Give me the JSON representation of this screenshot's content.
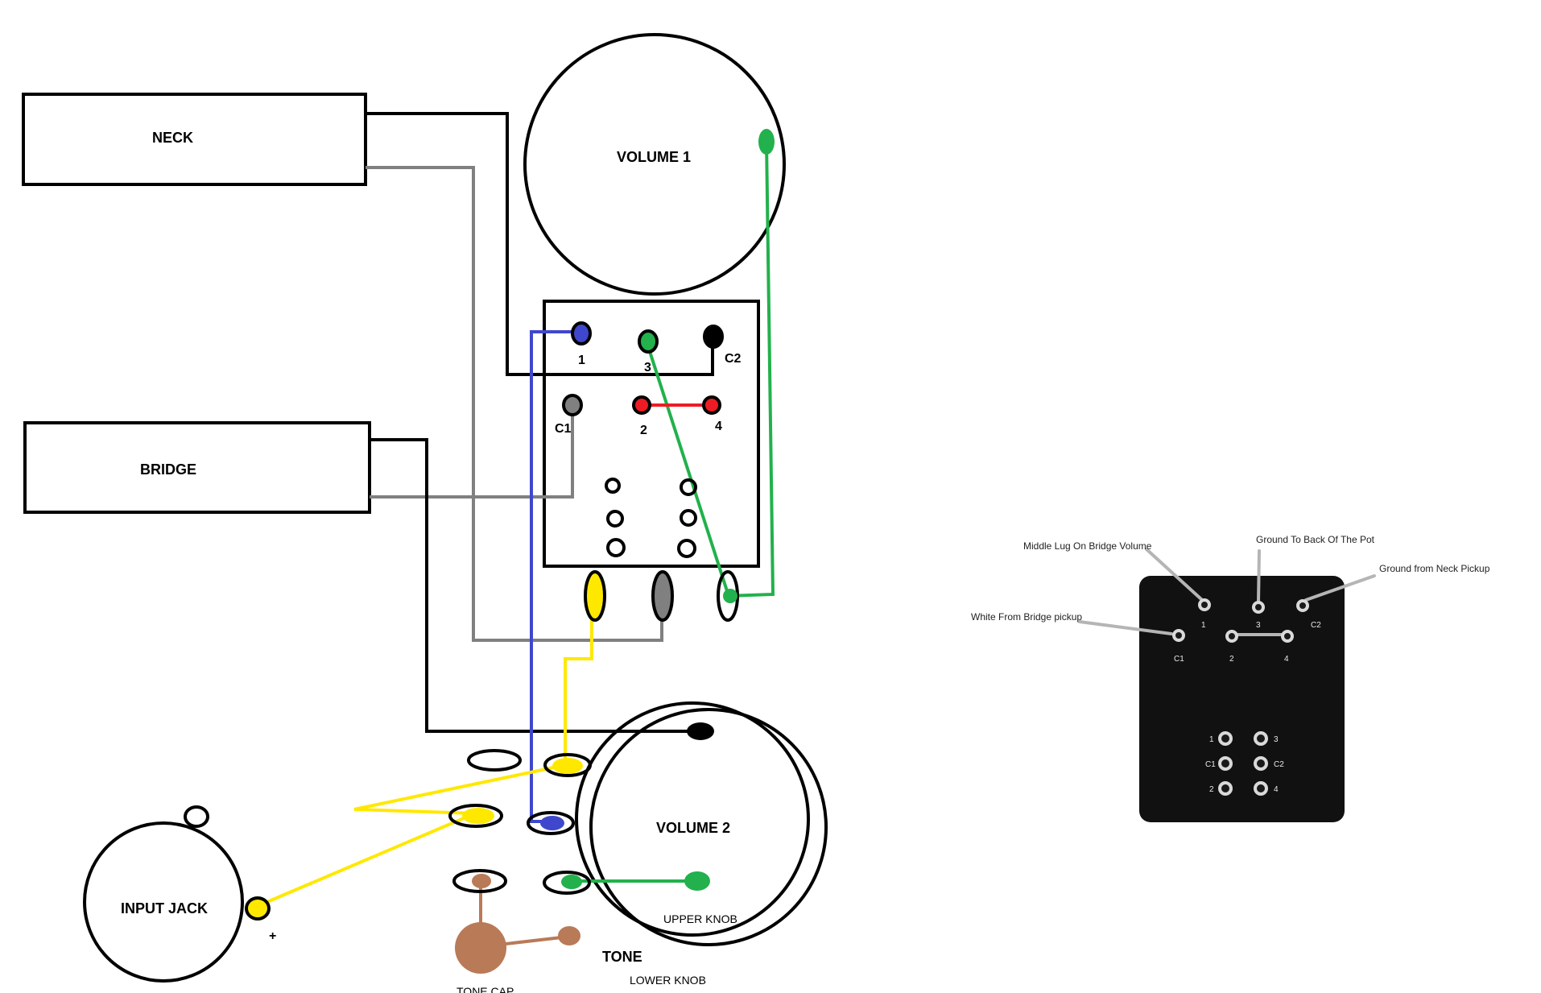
{
  "components": {
    "neck": "NECK",
    "bridge": "BRIDGE",
    "volume1": "VOLUME 1",
    "volume2": "VOLUME 2",
    "input_jack": "INPUT JACK",
    "tone": "TONE",
    "upper_knob": "UPPER KNOB",
    "lower_knob": "LOWER KNOB",
    "tone_cap": "TONE CAP",
    "plus": "+"
  },
  "switch_lugs": {
    "lug1": "1",
    "lug3": "3",
    "lugC2": "C2",
    "lugC1": "C1",
    "lug2": "2",
    "lug4": "4"
  },
  "reference": {
    "annotations": {
      "middle_lug": "Middle Lug On Bridge Volume",
      "ground_back": "Ground To Back Of The Pot",
      "ground_neck": "Ground from Neck Pickup",
      "white_bridge": "White From Bridge pickup"
    },
    "lug_labels": {
      "l1": "1",
      "l3": "3",
      "lC2": "C2",
      "lC1": "C1",
      "l2": "2",
      "l4": "4"
    },
    "lower_labels": {
      "r1_left": "1",
      "r1_right": "3",
      "r2_left": "C1",
      "r2_right": "C2",
      "r3_left": "2",
      "r3_right": "4"
    }
  },
  "colors": {
    "black_wire": "#000000",
    "gray_wire": "#808080",
    "green_wire": "#22b14c",
    "blue_wire": "#3f48cc",
    "yellow_wire": "#ffe800",
    "red_wire": "#ed1c24",
    "brown_cap": "#b97a57",
    "plate_bg": "#111111"
  }
}
